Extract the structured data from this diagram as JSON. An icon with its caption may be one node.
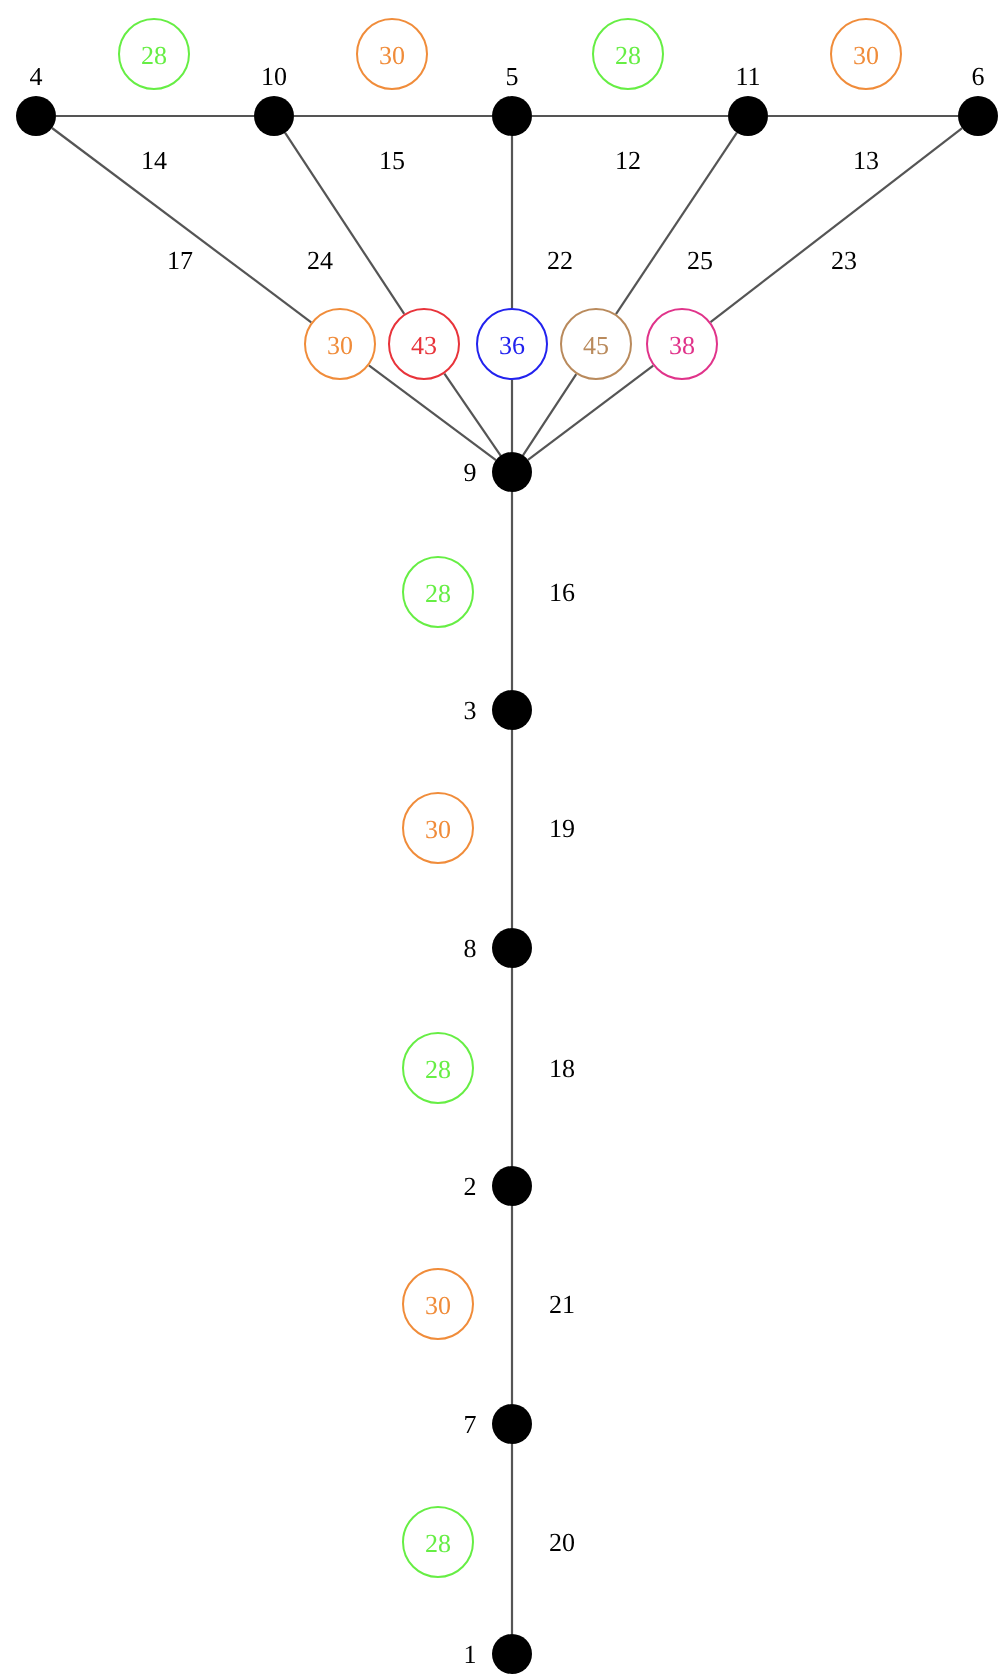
{
  "diagram": {
    "nodes": [
      {
        "text": [],
        "shape": "circle",
        "beside": [
          "4"
        ]
      },
      {
        "text": [],
        "shape": "circle",
        "beside": [
          "10"
        ]
      },
      {
        "text": [],
        "shape": "circle",
        "beside": [
          "5"
        ]
      },
      {
        "text": [],
        "shape": "circle",
        "beside": [
          "11"
        ]
      },
      {
        "text": [],
        "shape": "circle",
        "beside": [
          "6"
        ]
      },
      {
        "text": [],
        "shape": "circle",
        "beside": [
          "9"
        ]
      },
      {
        "text": [],
        "shape": "circle",
        "beside": [
          "3"
        ]
      },
      {
        "text": [],
        "shape": "circle",
        "beside": [
          "8"
        ]
      },
      {
        "text": [],
        "shape": "circle",
        "beside": [
          "2"
        ]
      },
      {
        "text": [],
        "shape": "circle",
        "beside": [
          "7"
        ]
      },
      {
        "text": [],
        "shape": "circle",
        "beside": [
          "1"
        ]
      },
      {
        "text": [
          "30"
        ]
      },
      {
        "text": [
          "43"
        ]
      },
      {
        "text": [
          "36"
        ]
      },
      {
        "text": [
          "45"
        ]
      },
      {
        "text": [
          "38"
        ]
      },
      {
        "text": [
          "28"
        ]
      },
      {
        "text": [
          "30"
        ]
      },
      {
        "text": [
          "28"
        ]
      },
      {
        "text": [
          "30"
        ]
      },
      {
        "text": [
          "28"
        ]
      },
      {
        "text": [
          "30"
        ]
      },
      {
        "text": [
          "28"
        ]
      },
      {
        "text": [
          "30"
        ]
      },
      {
        "text": [
          "28"
        ]
      }
    ],
    "edges": [
      {
        "from": 0,
        "to": 1,
        "arrow": "none",
        "label": "14"
      },
      {
        "from": 1,
        "to": 2,
        "arrow": "none",
        "label": "15"
      },
      {
        "from": 2,
        "to": 3,
        "arrow": "none",
        "label": "12"
      },
      {
        "from": 3,
        "to": 4,
        "arrow": "none",
        "label": "13"
      },
      {
        "from": 0,
        "to": 11,
        "arrow": "none",
        "label": "17"
      },
      {
        "from": 11,
        "to": 5,
        "arrow": "none"
      },
      {
        "from": 1,
        "to": 12,
        "arrow": "none",
        "label": "24"
      },
      {
        "from": 12,
        "to": 5,
        "arrow": "none"
      },
      {
        "from": 2,
        "to": 13,
        "arrow": "none",
        "label": "22"
      },
      {
        "from": 13,
        "to": 5,
        "arrow": "none"
      },
      {
        "from": 3,
        "to": 14,
        "arrow": "none",
        "label": "25"
      },
      {
        "from": 14,
        "to": 5,
        "arrow": "none"
      },
      {
        "from": 4,
        "to": 15,
        "arrow": "none",
        "label": "23"
      },
      {
        "from": 15,
        "to": 5,
        "arrow": "none"
      },
      {
        "from": 5,
        "to": 6,
        "arrow": "none",
        "label": "16"
      },
      {
        "from": 6,
        "to": 7,
        "arrow": "none",
        "label": "19"
      },
      {
        "from": 7,
        "to": 8,
        "arrow": "none",
        "label": "18"
      },
      {
        "from": 8,
        "to": 9,
        "arrow": "none",
        "label": "21"
      },
      {
        "from": 9,
        "to": 10,
        "arrow": "none",
        "label": "20"
      }
    ]
  }
}
